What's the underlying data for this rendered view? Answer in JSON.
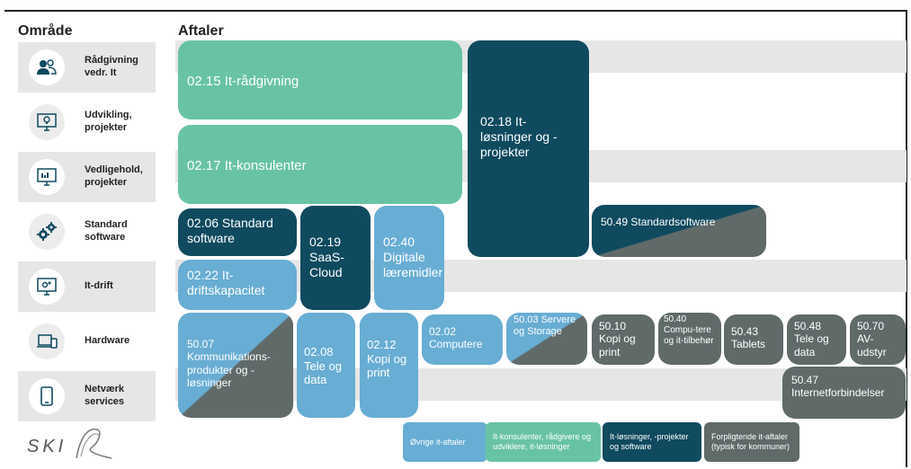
{
  "header": {
    "area_title": "Område",
    "agreements_title": "Aftaler"
  },
  "categories": [
    {
      "label": "Rådgivning vedr. It",
      "icon": "people-icon"
    },
    {
      "label": "Udvikling, projekter",
      "icon": "lightbulb-monitor-icon"
    },
    {
      "label": "Vedligehold, projekter",
      "icon": "monitor-chart-icon"
    },
    {
      "label": "Standard software",
      "icon": "gears-icon"
    },
    {
      "label": "It-drift",
      "icon": "server-monitor-icon"
    },
    {
      "label": "Hardware",
      "icon": "laptop-phone-icon"
    },
    {
      "label": "Netværk services",
      "icon": "mobile-icon"
    }
  ],
  "agreements": {
    "a0215": "02.15 It-rådgivning",
    "a0217": "02.17 It-konsulenter",
    "a0218": "02.18 It-løsninger og -projekter",
    "a0206": "02.06 Standard software",
    "a0219": "02.19 SaaS-Cloud",
    "a0240": "02.40 Digitale læremidler",
    "a5049": "50.49 Standardsoftware",
    "a0222": "02.22 It-driftskapacitet",
    "a5007": "50.07 Kommunikations-produkter og -løsninger",
    "a0208": "02.08 Tele og data",
    "a0212": "02.12 Kopi og print",
    "a0202": "02.02 Computere",
    "a5003": "50.03 Servere og Storage",
    "a5010": "50.10 Kopi og print",
    "a5040": "50.40 Compu-tere og it-tilbehør",
    "a5043": "50.43 Tablets",
    "a5048": "50.48 Tele og data",
    "a5070": "50.70 AV-udstyr",
    "a5047": "50.47 Internetforbindelser"
  },
  "legend": [
    {
      "label": "Øvrige it-aftaler",
      "color": "#68add3"
    },
    {
      "label": "It-konsulenter, rådgivere og udviklere, it-løsninger",
      "color": "#68c3a4"
    },
    {
      "label": "It-løsninger, -projekter og software",
      "color": "#0f4a5f"
    },
    {
      "label": "Forpligtende it-aftaler (typisk for kommuner)",
      "color": "#5f6a69"
    }
  ],
  "logo": {
    "text": "SKI"
  },
  "colors": {
    "teal": "#68c3a4",
    "navy": "#0f4a5f",
    "blue": "#68add3",
    "gray": "#5f6a69",
    "stripe": "#e6e6e6"
  }
}
